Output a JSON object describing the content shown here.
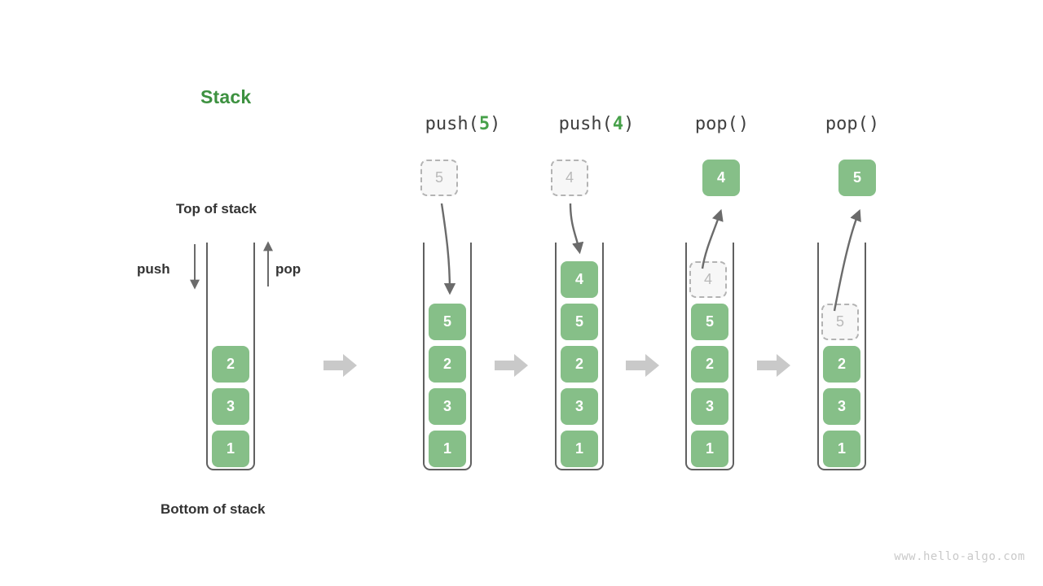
{
  "title": "Stack",
  "labels": {
    "top_of_stack": "Top of stack",
    "bottom_of_stack": "Bottom of stack",
    "push": "push",
    "pop": "pop"
  },
  "watermark": "www.hello-algo.com",
  "colors": {
    "element_fill": "#86bf88",
    "element_text": "#ffffff",
    "title_green": "#3d9140",
    "ghost_fill": "#f7f7f7",
    "ghost_border": "#b3b3b3",
    "ghost_text": "#b9b9b9",
    "container_stroke": "#606060",
    "flow_arrow": "#c9c9c9",
    "op_arrow": "#6b6b6b",
    "label_text": "#333333"
  },
  "operations": [
    {
      "name": "push",
      "prefix": "push(",
      "arg": "5",
      "suffix": ")"
    },
    {
      "name": "push",
      "prefix": "push(",
      "arg": "4",
      "suffix": ")"
    },
    {
      "name": "pop",
      "prefix": "pop(",
      "arg": "",
      "suffix": ")"
    },
    {
      "name": "pop",
      "prefix": "pop(",
      "arg": "",
      "suffix": ")"
    }
  ],
  "stacks": [
    {
      "id": "initial",
      "caption": "",
      "elements_top_to_bottom": [
        "2",
        "3",
        "1"
      ],
      "floating": null
    },
    {
      "id": "after-push-5",
      "caption": "push(5)",
      "elements_top_to_bottom": [
        "5",
        "2",
        "3",
        "1"
      ],
      "floating": {
        "value": "5",
        "kind": "ghost",
        "direction": "in"
      }
    },
    {
      "id": "after-push-4",
      "caption": "push(4)",
      "elements_top_to_bottom": [
        "4",
        "5",
        "2",
        "3",
        "1"
      ],
      "floating": {
        "value": "4",
        "kind": "ghost",
        "direction": "in"
      }
    },
    {
      "id": "after-pop-4",
      "caption": "pop()",
      "elements_top_to_bottom": [
        "4",
        "5",
        "2",
        "3",
        "1"
      ],
      "ghost_index": 0,
      "floating": {
        "value": "4",
        "kind": "filled",
        "direction": "out"
      }
    },
    {
      "id": "after-pop-5",
      "caption": "pop()",
      "elements_top_to_bottom": [
        "5",
        "2",
        "3",
        "1"
      ],
      "ghost_index": 0,
      "floating": {
        "value": "5",
        "kind": "filled",
        "direction": "out"
      }
    }
  ],
  "flow_arrow_count": 4
}
